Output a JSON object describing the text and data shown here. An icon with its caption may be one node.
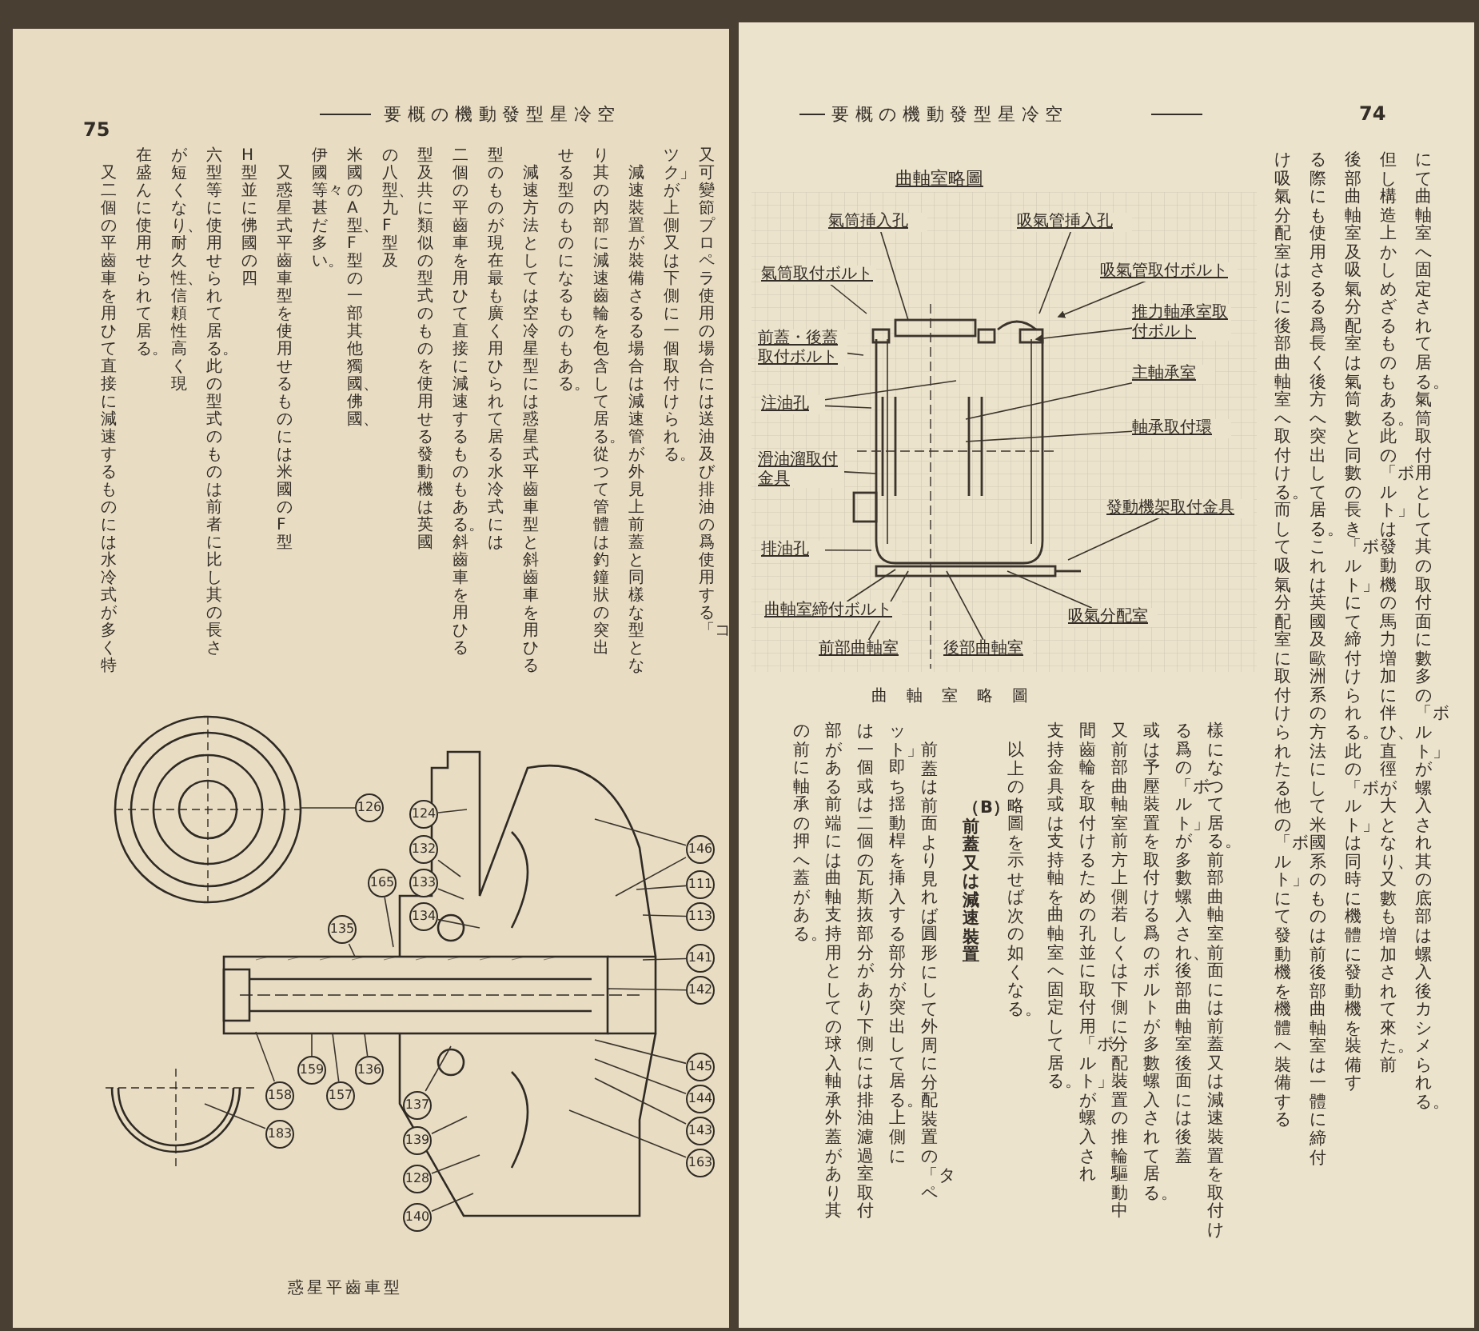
{
  "diagram": {
    "nodes": [
      {
        "text": [
          "氣筒挿入孔"
        ]
      },
      {
        "text": [
          "吸氣管挿入孔"
        ]
      },
      {
        "text": [
          "氣筒取付ボルト"
        ]
      },
      {
        "text": [
          "吸氣管取付ボルト"
        ]
      },
      {
        "text": [
          "推力軸承室取付ボルト"
        ]
      },
      {
        "text": [
          "前蓋・後蓋取付ボルト"
        ]
      },
      {
        "text": [
          "主軸承室"
        ]
      },
      {
        "text": [
          "注油孔"
        ]
      },
      {
        "text": [
          "軸承取付環"
        ]
      },
      {
        "text": [
          "滑油溜取付金具"
        ]
      },
      {
        "text": [
          "發動機架取付金具"
        ]
      },
      {
        "text": [
          "排油孔"
        ]
      },
      {
        "text": [
          "曲軸室締付ボルト"
        ]
      },
      {
        "text": [
          "前部曲軸室"
        ]
      },
      {
        "text": [
          "後部曲軸室"
        ]
      },
      {
        "text": [
          "吸氣分配室"
        ]
      },
      {
        "text": [
          "126"
        ]
      },
      {
        "text": [
          "124"
        ]
      },
      {
        "text": [
          "132"
        ]
      },
      {
        "text": [
          "133"
        ]
      },
      {
        "text": [
          "134"
        ]
      },
      {
        "text": [
          "165"
        ]
      },
      {
        "text": [
          "135"
        ]
      },
      {
        "text": [
          "158"
        ]
      },
      {
        "text": [
          "159"
        ]
      },
      {
        "text": [
          "157"
        ]
      },
      {
        "text": [
          "136"
        ]
      },
      {
        "text": [
          "137"
        ]
      },
      {
        "text": [
          "139"
        ]
      },
      {
        "text": [
          "128"
        ]
      },
      {
        "text": [
          "140"
        ]
      },
      {
        "text": [
          "183"
        ]
      },
      {
        "text": [
          "146"
        ]
      },
      {
        "text": [
          "111"
        ]
      },
      {
        "text": [
          "113"
        ]
      },
      {
        "text": [
          "141"
        ]
      },
      {
        "text": [
          "142"
        ]
      },
      {
        "text": [
          "145"
        ]
      },
      {
        "text": [
          "144"
        ]
      },
      {
        "text": [
          "143"
        ]
      },
      {
        "text": [
          "163"
        ]
      }
    ],
    "edges": [
      {
        "from": 0,
        "to": null,
        "arrow": "none"
      },
      {
        "from": 1,
        "to": null,
        "arrow": "none"
      },
      {
        "from": 2,
        "to": null,
        "arrow": "none"
      },
      {
        "from": 3,
        "to": null,
        "arrow": "to"
      },
      {
        "from": 4,
        "to": null,
        "arrow": "to"
      },
      {
        "from": 5,
        "to": null,
        "arrow": "none"
      },
      {
        "from": 6,
        "to": null,
        "arrow": "none"
      },
      {
        "from": 7,
        "to": null,
        "arrow": "none"
      },
      {
        "from": 7,
        "to": null,
        "arrow": "none"
      },
      {
        "from": 8,
        "to": null,
        "arrow": "none"
      },
      {
        "from": 9,
        "to": null,
        "arrow": "none"
      },
      {
        "from": 10,
        "to": null,
        "arrow": "none"
      },
      {
        "from": 11,
        "to": null,
        "arrow": "none"
      },
      {
        "from": 12,
        "to": null,
        "arrow": "none"
      },
      {
        "from": 13,
        "to": null,
        "arrow": "none"
      },
      {
        "from": 14,
        "to": null,
        "arrow": "none"
      },
      {
        "from": 15,
        "to": null,
        "arrow": "none"
      },
      {
        "from": 16,
        "to": null,
        "arrow": "none"
      },
      {
        "from": 17,
        "to": null,
        "arrow": "none"
      },
      {
        "from": 18,
        "to": null,
        "arrow": "none"
      },
      {
        "from": 19,
        "to": null,
        "arrow": "none"
      },
      {
        "from": 20,
        "to": null,
        "arrow": "none"
      },
      {
        "from": 21,
        "to": null,
        "arrow": "none"
      },
      {
        "from": 22,
        "to": null,
        "arrow": "none"
      },
      {
        "from": 23,
        "to": null,
        "arrow": "none"
      },
      {
        "from": 24,
        "to": null,
        "arrow": "none"
      },
      {
        "from": 25,
        "to": null,
        "arrow": "none"
      },
      {
        "from": 26,
        "to": null,
        "arrow": "none"
      },
      {
        "from": 27,
        "to": null,
        "arrow": "none"
      },
      {
        "from": 28,
        "to": null,
        "arrow": "none"
      },
      {
        "from": 29,
        "to": null,
        "arrow": "none"
      },
      {
        "from": 30,
        "to": null,
        "arrow": "none"
      },
      {
        "from": 31,
        "to": null,
        "arrow": "none"
      },
      {
        "from": 32,
        "to": null,
        "arrow": "none"
      },
      {
        "from": 32,
        "to": null,
        "arrow": "none"
      },
      {
        "from": 33,
        "to": null,
        "arrow": "none"
      },
      {
        "from": 34,
        "to": null,
        "arrow": "none"
      },
      {
        "from": 35,
        "to": null,
        "arrow": "none"
      },
      {
        "from": 36,
        "to": null,
        "arrow": "none"
      },
      {
        "from": 37,
        "to": null,
        "arrow": "none"
      },
      {
        "from": 38,
        "to": null,
        "arrow": "none"
      },
      {
        "from": 39,
        "to": null,
        "arrow": "none"
      },
      {
        "from": 40,
        "to": null,
        "arrow": "none"
      }
    ],
    "labels": [
      "要概の機動發型星冷空",
      "74",
      "にて曲軸室へ固定されて居る。氣筒取付用として其の取付面に數多の「ボルト」が螺入され其の底部は螺入後カシメられる。",
      "但し構造上かしめざるものもある。此の「ボルト」は發動機の馬力増加に伴ひ、直徑が大となり、又數も増加されて來た。前",
      "後部曲軸室及吸氣分配室は氣筒數と同數の長き「ボルト」にて締付けられる。此の「ボルト」は同時に機體に發動機を裝備す",
      "る際にも使用さるる爲長く後方へ突出して居る。これは英國及歐洲系の方法にして米國系のものは前後部曲軸室は一體に締付",
      "け吸氣分配室は別に後部曲軸室へ取付ける。而して吸氣分配室に取付けられたる他の「ボルト」にて發動機を機體へ裝備する",
      "曲軸室略圖",
      "曲軸室略圖",
      "樣になつて居る。前部曲軸室前面には前蓋又は減速裝置を取付け",
      "る爲の「ボルト」が多數螺入され、後部曲軸室後面には後蓋",
      "或は予壓裝置を取付ける爲のボルトが多數螺入されて居る。",
      "又前部曲軸室前方上側若しくは下側に分配裝置の推輪驅動中",
      "間齒輪を取付けるための孔並に取付用「ボルト」が螺入され",
      "支持金具或は支持軸を曲軸室へ固定して居る。",
      "以上の略圖を示せば次の如くなる。",
      "（B）前蓋又は減速裝置",
      "前蓋は前面より見れば圓形にして外周に分配裝置の「タペ",
      "ット」即ち揺動桿を挿入する部分が突出して居る。上側に",
      "は一個或は二個の瓦斯抜部分があり下側には排油濾過室取付",
      "部がある前端には曲軸支持用としての球入軸承外蓋があり其",
      "の前に軸承の押へ蓋がある。",
      "要概の機動發型星冷空",
      "75",
      "又可變節プロペラ使用の場合には送油及び排油の爲使用する「コ",
      "ツク」が上側又は下側に一個取付けられる。",
      "減速裝置が裝備さるる場合は減速管が外見上前蓋と同樣な型とな",
      "り其の内部に減速齒輪を包含して居る。從つて管體は釣鐘狀の突出",
      "せる型のものになるものもある。",
      "減速方法としては空冷星型には惑星式平齒車型と斜齒車を用ひる",
      "型のものが現在最も廣く用ひられて居る水冷式には",
      "二個の平齒車を用ひて直接に減速するものもある。斜齒車を用ひる",
      "型及共に類似の型式のものを使用せる發動機は英國",
      "の八型、九F型及",
      "米國のA型、F型の一部其他獨國、佛國、",
      "伊國等々甚だ多い。",
      "又惑星式平齒車型を使用せるものには米國のF型",
      "H型並に佛國の四",
      "六型等に使用せられて居る。此の型式のものは前者に比し其の長さ",
      "が短くなり、耐久性、信頼性高く現",
      "在盛んに使用せられて居る。",
      "又二個の平齒車を用ひて直接に減速するものには水冷式が多く特",
      "惑星平齒車型"
    ]
  }
}
